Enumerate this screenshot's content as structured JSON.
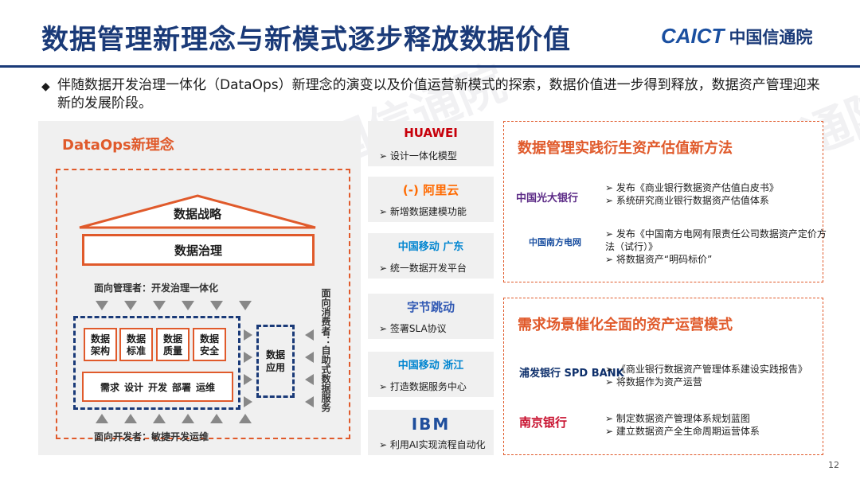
{
  "header": {
    "title": "数据管理新理念与新模式逐步释放数据价值",
    "logo_mark": "CAICT",
    "logo_cn": "中国信通院"
  },
  "intro": {
    "bullet": "◆",
    "text": "伴随数据开发治理一体化（DataOps）新理念的演变以及价值运营新模式的探索，数据价值进一步得到释放，数据资产管理迎来新的发展阶段。"
  },
  "dataops": {
    "title": "DataOps新理念",
    "strategy": "数据战略",
    "governance": "数据治理",
    "manager_label": "面向管理者：开发治理一体化",
    "blocks": [
      "数据\n架构",
      "数据\n标准",
      "数据\n质量",
      "数据\n安全"
    ],
    "flow": [
      "需求",
      "设计",
      "开发",
      "部署",
      "运维"
    ],
    "developer_label": "面向开发者：敏捷开发运维",
    "app": "数据\n应用",
    "consumer_label": "面向消费者：自助式数据服务"
  },
  "vendors": [
    {
      "logo": "HUAWEI",
      "desc": "设计一体化模型",
      "color": "#c7000b"
    },
    {
      "logo": "(-) 阿里云",
      "desc": "新增数据建模功能",
      "color": "#ff6a00"
    },
    {
      "logo": "中国移动 广东",
      "desc": "统一数据开发平台",
      "color": "#0085d0"
    },
    {
      "logo": "字节跳动",
      "desc": "签署SLA协议",
      "color": "#325ab4"
    },
    {
      "logo": "中国移动 浙江",
      "desc": "打造数据服务中心",
      "color": "#0085d0"
    },
    {
      "logo": "IBM",
      "desc": "利用AI实现流程自动化",
      "color": "#1f4e9c"
    }
  ],
  "valuation": {
    "title": "数据管理实践衍生资产估值新方法",
    "items": [
      {
        "bank": "中国光大银行",
        "lines": [
          "发布《商业银行数据资产估值白皮书》",
          "系统研究商业银行数据资产估值体系"
        ],
        "color": "#5b2a86"
      },
      {
        "bank": "中国南方电网",
        "lines": [
          "发布《中国南方电网有限责任公司数据资产定价方法（试行）》",
          "将数据资产“明码标价”"
        ],
        "color": "#1a4fa0"
      }
    ]
  },
  "operation": {
    "title": "需求场景催化全面的资产运营模式",
    "items": [
      {
        "bank": "浦发银行 SPD BANK",
        "lines": [
          "《商业银行数据资产管理体系建设实践报告》",
          "将数据作为资产运营"
        ],
        "color": "#0d2f6b"
      },
      {
        "bank": "南京银行",
        "lines": [
          "制定数据资产管理体系规划蓝图",
          "建立数据资产全生命周期运营体系"
        ],
        "color": "#c8102e"
      }
    ]
  },
  "page_number": "12",
  "watermark": "CAICT 中国信通院"
}
